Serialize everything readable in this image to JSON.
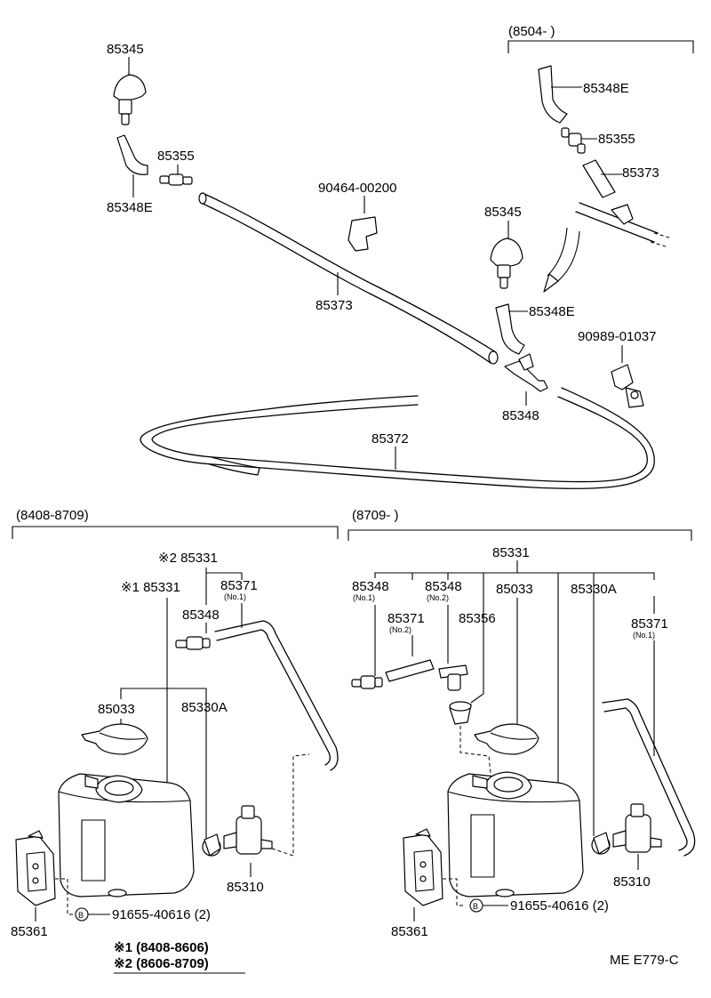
{
  "top": {
    "nozzle_left": "85345",
    "hose_elbow_left": "85348E",
    "check_valve_left": "85355",
    "clamp": "90464-00200",
    "hose_upper": "85373",
    "variant_range": "(8504-        )",
    "variant_hose_elbow": "85348E",
    "variant_check_valve": "85355",
    "variant_hose": "85373",
    "nozzle_right": "85345",
    "hose_elbow_right": "85348E",
    "clip": "90989-01037",
    "joint": "85348",
    "hose_long": "85372"
  },
  "left_assembly": {
    "range": "(8408-8709)",
    "tank_note2": "※2 85331",
    "tank_note1": "※1 85331",
    "hose_no1": "85371",
    "hose_no1_sub": "(No.1)",
    "joint": "85348",
    "cap": "85033",
    "strainer": "85330A",
    "pump": "85310",
    "bracket": "85361",
    "bolt_marker": "B",
    "bolt": "91655-40616 (2)"
  },
  "right_assembly": {
    "range": "(8709-        )",
    "tank": "85331",
    "joint_no1": "85348",
    "joint_no1_sub": "(No.1)",
    "joint_no2": "85348",
    "joint_no2_sub": "(No.2)",
    "cap": "85033",
    "strainer": "85330A",
    "hose_no2": "85371",
    "hose_no2_sub": "(No.2)",
    "grommet": "85356",
    "hose_no1": "85371",
    "hose_no1_sub": "(No.1)",
    "pump": "85310",
    "bracket": "85361",
    "bolt_marker": "B",
    "bolt": "91655-40616 (2)"
  },
  "footnotes": {
    "note1": "※1 (8408-8606)",
    "note2": "※2 (8606-8709)"
  },
  "code": "ME E779-C"
}
